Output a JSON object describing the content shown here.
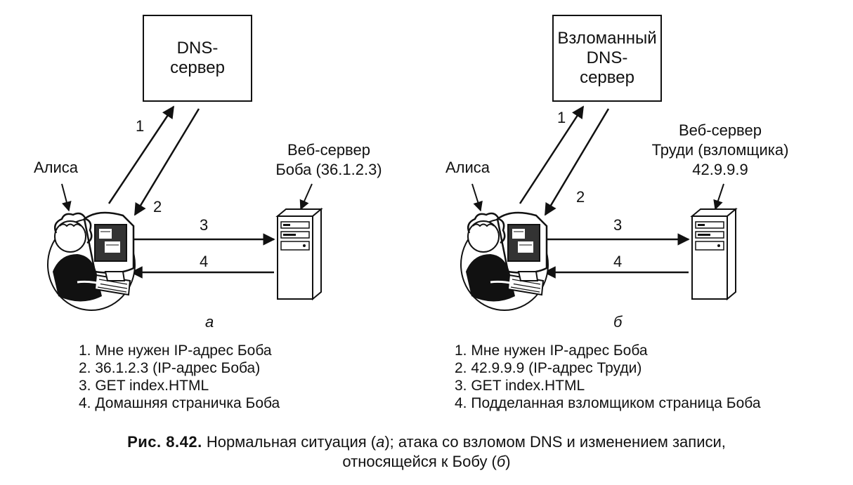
{
  "panel_a": {
    "dns_box": "DNS-\nсервер",
    "alice": "Алиса",
    "webserver": "Веб-сервер\nБоба (36.1.2.3)",
    "arrows": [
      "1",
      "2",
      "3",
      "4"
    ],
    "sub_label": "а",
    "steps": [
      "1. Мне нужен IP-адрес Боба",
      "2. 36.1.2.3 (IP-адрес Боба)",
      "3. GET index.HTML",
      "4. Домашняя страничка Боба"
    ]
  },
  "panel_b": {
    "dns_box": "Взломанный\nDNS-\nсервер",
    "alice": "Алиса",
    "webserver": "Веб-сервер\nТруди (взломщика)\n42.9.9.9",
    "arrows": [
      "1",
      "2",
      "3",
      "4"
    ],
    "sub_label": "б",
    "steps": [
      "1. Мне нужен IP-адрес Боба",
      "2. 42.9.9.9 (IP-адрес Труди)",
      "3. GET index.HTML",
      "4. Подделанная взломщиком страница Боба"
    ]
  },
  "caption": {
    "figure_number": "Рис. 8.42.",
    "text_1": " Нормальная ситуация (",
    "a": "а",
    "text_2": "); атака со взломом DNS и изменением записи,",
    "text_3": "относящейся к Бобу (",
    "b": "б",
    "text_4": ")"
  },
  "icons": [
    "alice-computer-icon",
    "server-tower-icon"
  ],
  "colors": {
    "ink": "#111111",
    "paper": "#ffffff"
  }
}
